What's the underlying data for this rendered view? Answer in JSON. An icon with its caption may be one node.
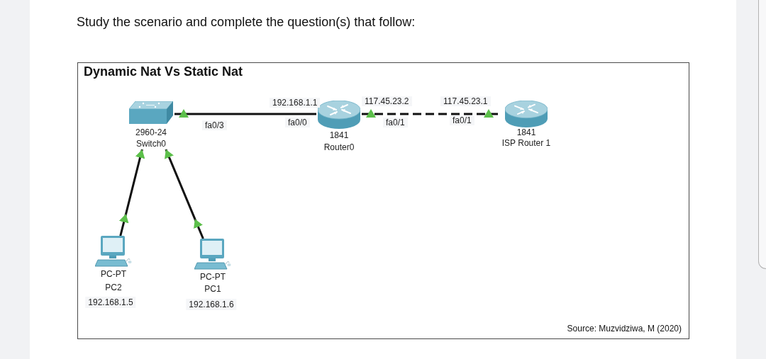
{
  "diagram": {
    "title": "Dynamic Nat Vs Static Nat",
    "caption": "Source: Muzvidziwa, M (2020)",
    "nodes": [
      {
        "text": [
          "2960-24",
          "Switch0"
        ]
      },
      {
        "text": [
          "1841",
          "Router0"
        ]
      },
      {
        "text": [
          "1841",
          "ISP Router 1"
        ]
      },
      {
        "text": [
          "PC-PT",
          "PC2"
        ],
        "beside": [
          "192.168.1.5"
        ]
      },
      {
        "text": [
          "PC-PT",
          "PC1"
        ],
        "beside": [
          "192.168.1.6"
        ]
      }
    ],
    "edges": [
      {
        "from": 0,
        "to": 1,
        "arrow": "none"
      },
      {
        "from": 1,
        "to": 2,
        "arrow": "none",
        "style": "dashed"
      },
      {
        "from": 3,
        "to": 0,
        "arrow": "to"
      },
      {
        "from": 4,
        "to": 0,
        "arrow": "to"
      }
    ],
    "labels": [
      "Study the scenario and complete the question(s) that follow:",
      "fa0/3",
      "192.168.1.1",
      "fa0/0",
      "117.45.23.2",
      "fa0/1",
      "117.45.23.1",
      "fa0/1"
    ]
  }
}
